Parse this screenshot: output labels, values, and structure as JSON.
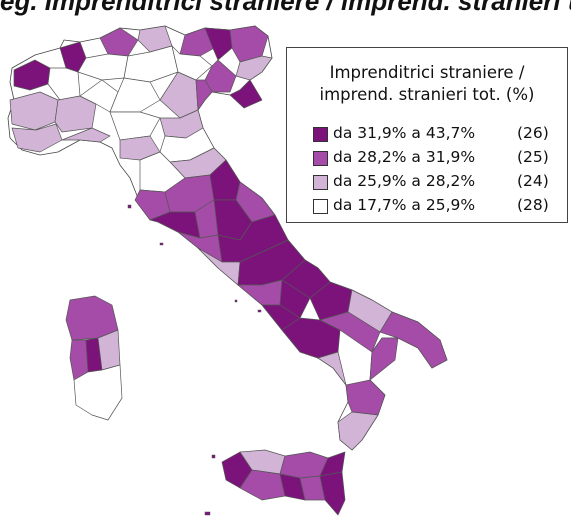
{
  "title": "eg. Imprenditrici straniere / imprend. stranieri tot.",
  "legend": {
    "title_line1": "Imprenditrici straniere /",
    "title_line2": "imprend. stranieri tot. (%)",
    "classes": [
      {
        "range": "da 31,9% a 43,7%",
        "count": "(26)",
        "color": "#7b137b"
      },
      {
        "range": "da 28,2% a 31,9%",
        "count": "(25)",
        "color": "#a54ca8"
      },
      {
        "range": "da 25,9% a 28,2%",
        "count": "(24)",
        "color": "#d2b4d6"
      },
      {
        "range": "da 17,7% a 25,9%",
        "count": "(28)",
        "color": "#ffffff"
      }
    ]
  },
  "colors": {
    "class1": "#7b137b",
    "class2": "#a54ca8",
    "class3": "#d2b4d6",
    "class4": "#ffffff",
    "border": "#444444"
  }
}
